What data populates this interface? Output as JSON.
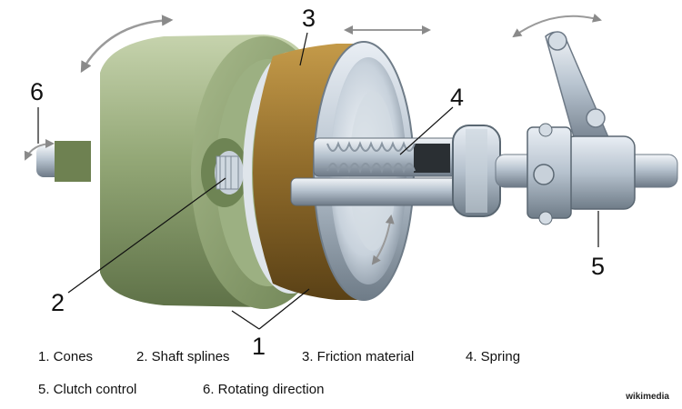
{
  "callouts": {
    "c1": "1",
    "c2": "2",
    "c3": "3",
    "c4": "4",
    "c5": "5",
    "c6": "6"
  },
  "legend": [
    "1. Cones",
    "2. Shaft splines",
    "3. Friction material",
    "4. Spring",
    "5. Clutch control",
    "6. Rotating direction"
  ],
  "credit": "wikimedia",
  "colors": {
    "cone_green": "#8fa370",
    "friction_brown": "#8a6a2a",
    "steel": "#b9c6d3",
    "dark_steel": "#5a6772"
  }
}
